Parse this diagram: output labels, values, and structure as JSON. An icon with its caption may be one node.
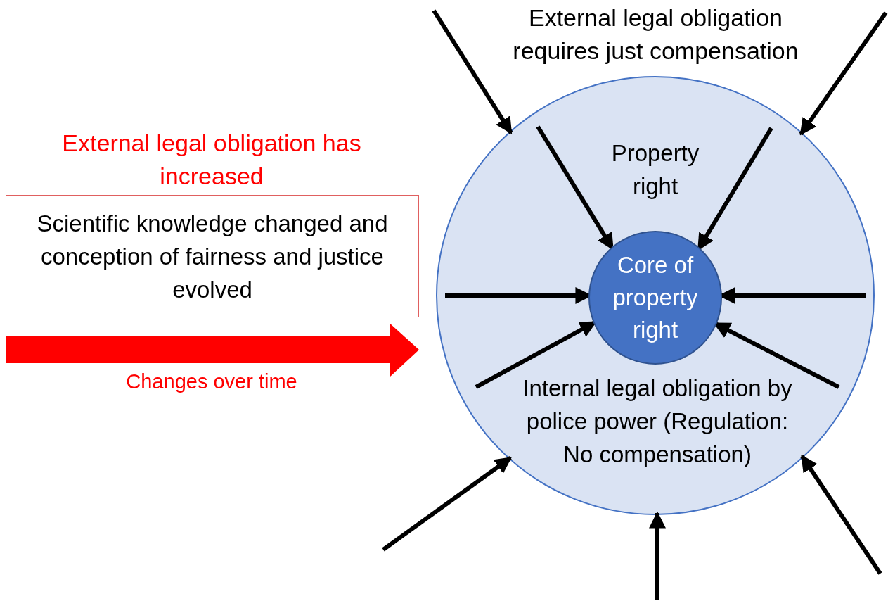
{
  "diagram": {
    "nodes": [
      {
        "text": [
          "Property right",
          "Internal legal obligation by police power (Regulation: No compensation)"
        ]
      },
      {
        "text": [
          "Core of property right"
        ],
        "in": 0
      },
      {
        "text": [
          "Scientific knowledge changed and conception of fairness and justice evolved"
        ],
        "beside": [
          "External legal obligation has increased"
        ]
      }
    ],
    "edges": [
      {
        "from": null,
        "to": 0,
        "arrow": "to"
      },
      {
        "from": null,
        "to": 0,
        "arrow": "to"
      },
      {
        "from": null,
        "to": 0,
        "arrow": "to"
      },
      {
        "from": null,
        "to": 0,
        "arrow": "to"
      },
      {
        "from": null,
        "to": 0,
        "arrow": "to"
      },
      {
        "from": null,
        "to": 1,
        "arrow": "to"
      },
      {
        "from": null,
        "to": 1,
        "arrow": "to"
      },
      {
        "from": null,
        "to": 1,
        "arrow": "to"
      },
      {
        "from": null,
        "to": 1,
        "arrow": "to"
      },
      {
        "from": null,
        "to": 1,
        "arrow": "to"
      },
      {
        "from": null,
        "to": 1,
        "arrow": "to"
      }
    ],
    "labels": [
      "External legal obligation requires just compensation",
      "Changes over time"
    ]
  }
}
